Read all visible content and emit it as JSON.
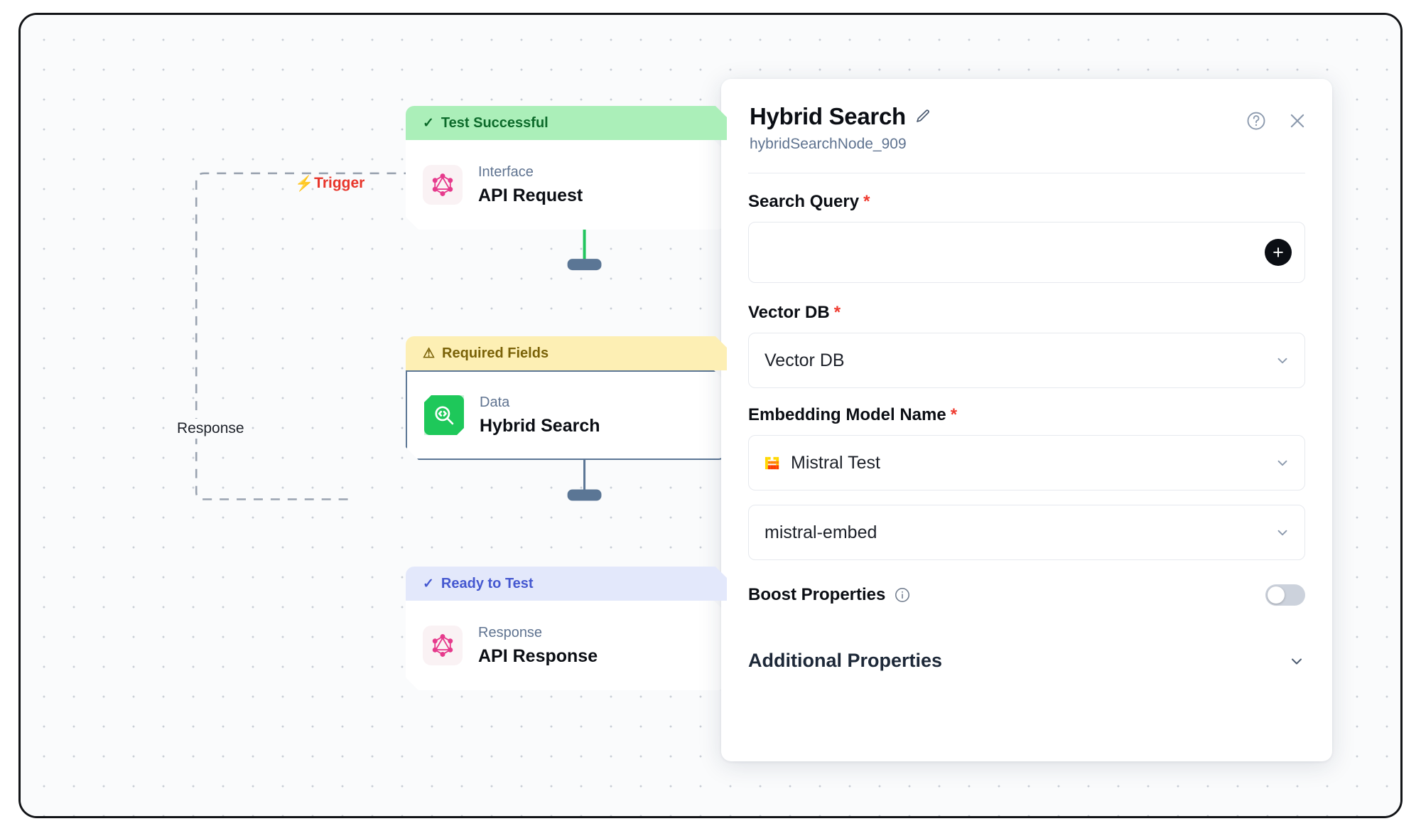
{
  "canvas": {
    "edge_labels": {
      "trigger": "Trigger",
      "trigger_icon": "lightning-bolt-icon",
      "response": "Response"
    },
    "colors": {
      "trigger": "#e8352a",
      "edge_active": "#22c55e",
      "edge_idle": "#5b7695",
      "selected_border": "#5b7695",
      "grid_dot": "#c9ced6"
    },
    "nodes": [
      {
        "banner_text": "Test Successful",
        "banner_icon": "check-icon",
        "banner_style": "success",
        "kind": "Interface",
        "title": "API Request",
        "icon": "graphql-icon",
        "selected": false
      },
      {
        "banner_text": "Required Fields",
        "banner_icon": "warning-triangle-icon",
        "banner_style": "warning",
        "kind": "Data",
        "title": "Hybrid Search",
        "icon": "code-search-icon",
        "selected": true
      },
      {
        "banner_text": "Ready to Test",
        "banner_icon": "check-icon",
        "banner_style": "info",
        "kind": "Response",
        "title": "API Response",
        "icon": "graphql-icon",
        "selected": false
      }
    ]
  },
  "panel": {
    "title": "Hybrid Search",
    "edit_icon": "pencil-icon",
    "subtitle": "hybridSearchNode_909",
    "help_icon": "help-circle-icon",
    "close_icon": "close-icon",
    "fields": {
      "search_query": {
        "label": "Search Query",
        "required": "*",
        "value": "",
        "placeholder": "",
        "add_button_icon": "plus-icon"
      },
      "vector_db": {
        "label": "Vector DB",
        "required": "*",
        "value": "Vector DB",
        "chevron_icon": "chevron-down-icon"
      },
      "embedding_model_name": {
        "label": "Embedding Model Name",
        "required": "*",
        "connection_value": "Mistral Test",
        "connection_icon": "mistral-logo-icon",
        "model_value": "mistral-embed",
        "chevron_icon": "chevron-down-icon"
      },
      "boost_properties": {
        "label": "Boost Properties",
        "info_icon": "info-circle-icon",
        "toggle_state": "off"
      },
      "additional_properties": {
        "label": "Additional Properties",
        "chevron_icon": "chevron-down-icon"
      }
    }
  }
}
